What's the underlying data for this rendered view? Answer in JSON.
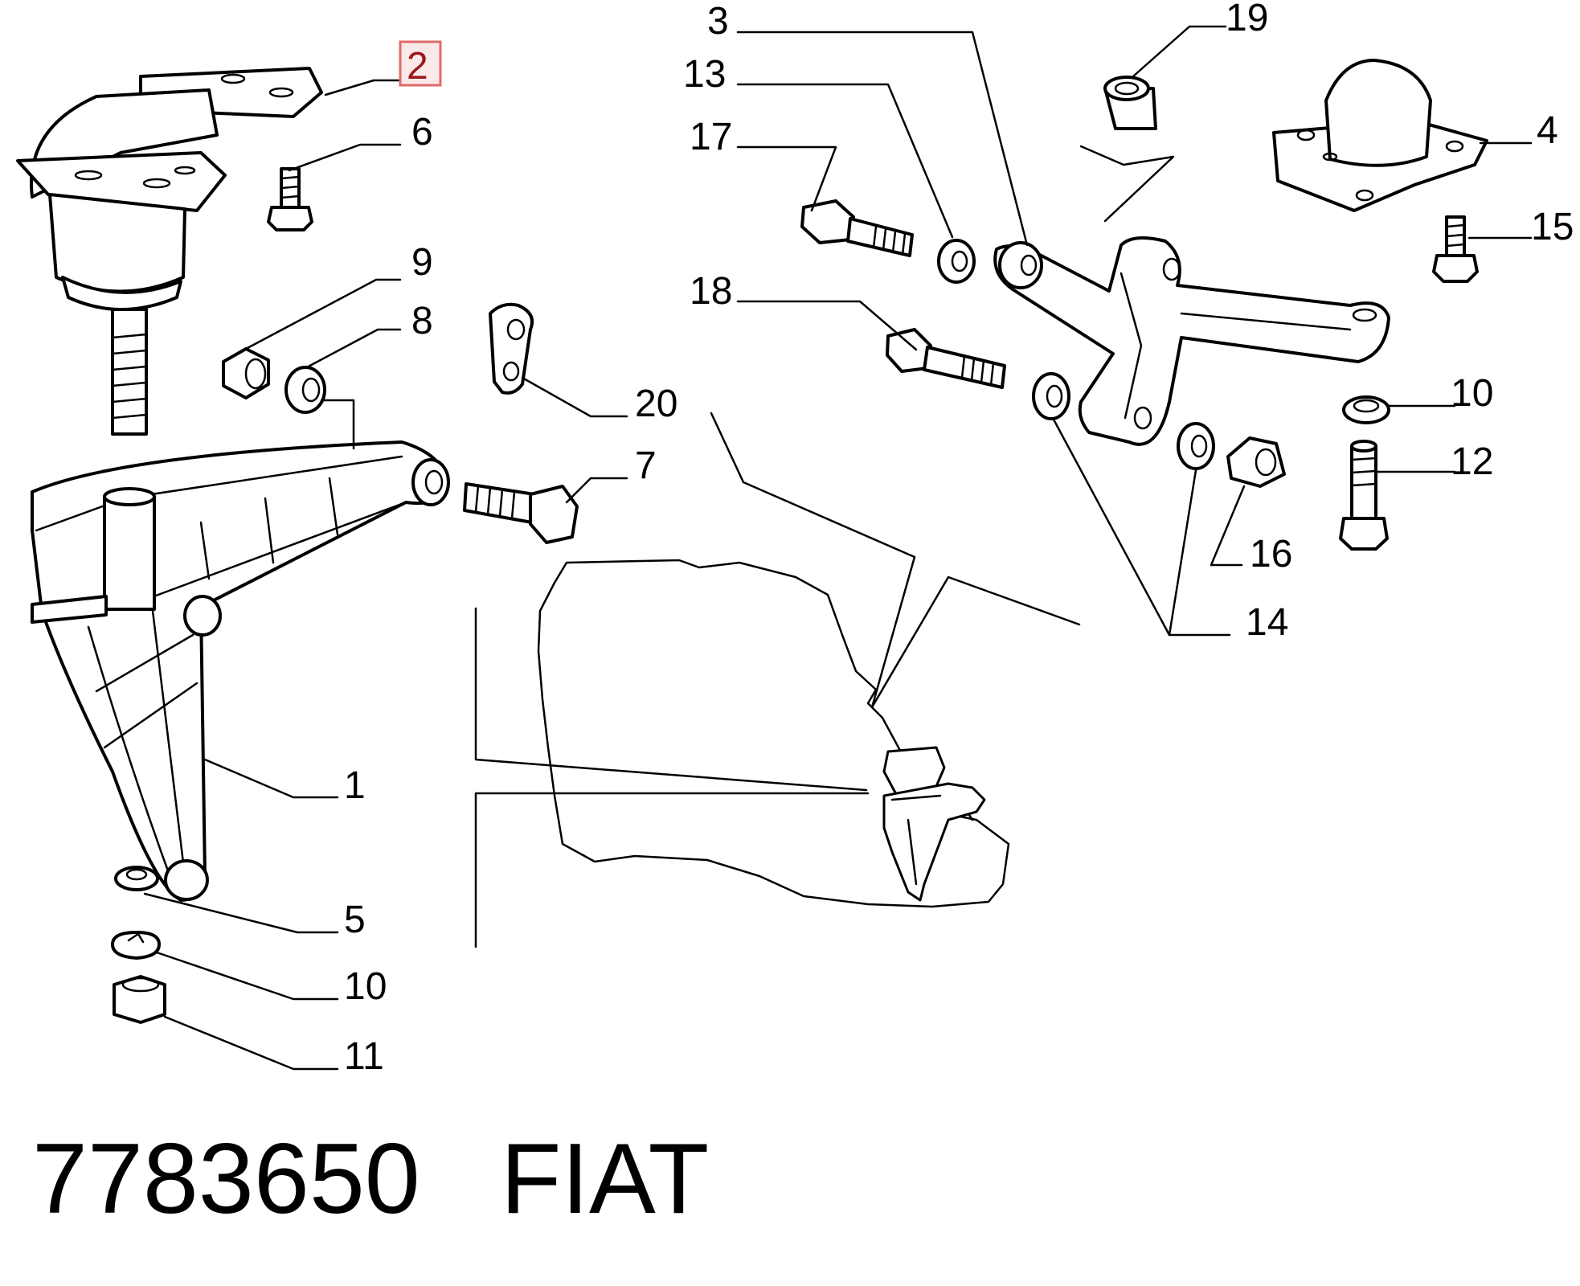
{
  "callouts": {
    "c1": "1",
    "c2": "2",
    "c3": "3",
    "c4": "4",
    "c5": "5",
    "c6": "6",
    "c7": "7",
    "c8": "8",
    "c9": "9",
    "c10a": "10",
    "c10b": "10",
    "c11": "11",
    "c12": "12",
    "c13": "13",
    "c14": "14",
    "c15": "15",
    "c16": "16",
    "c17": "17",
    "c18": "18",
    "c19": "19",
    "c20": "20"
  },
  "highlighted_callout": "2",
  "colors": {
    "highlight_border": "#e06a6a",
    "highlight_fill": "#fbe9ea",
    "highlight_text": "#9a1a1a"
  },
  "footer": {
    "part_number": "7783650",
    "brand": "FIAT"
  }
}
